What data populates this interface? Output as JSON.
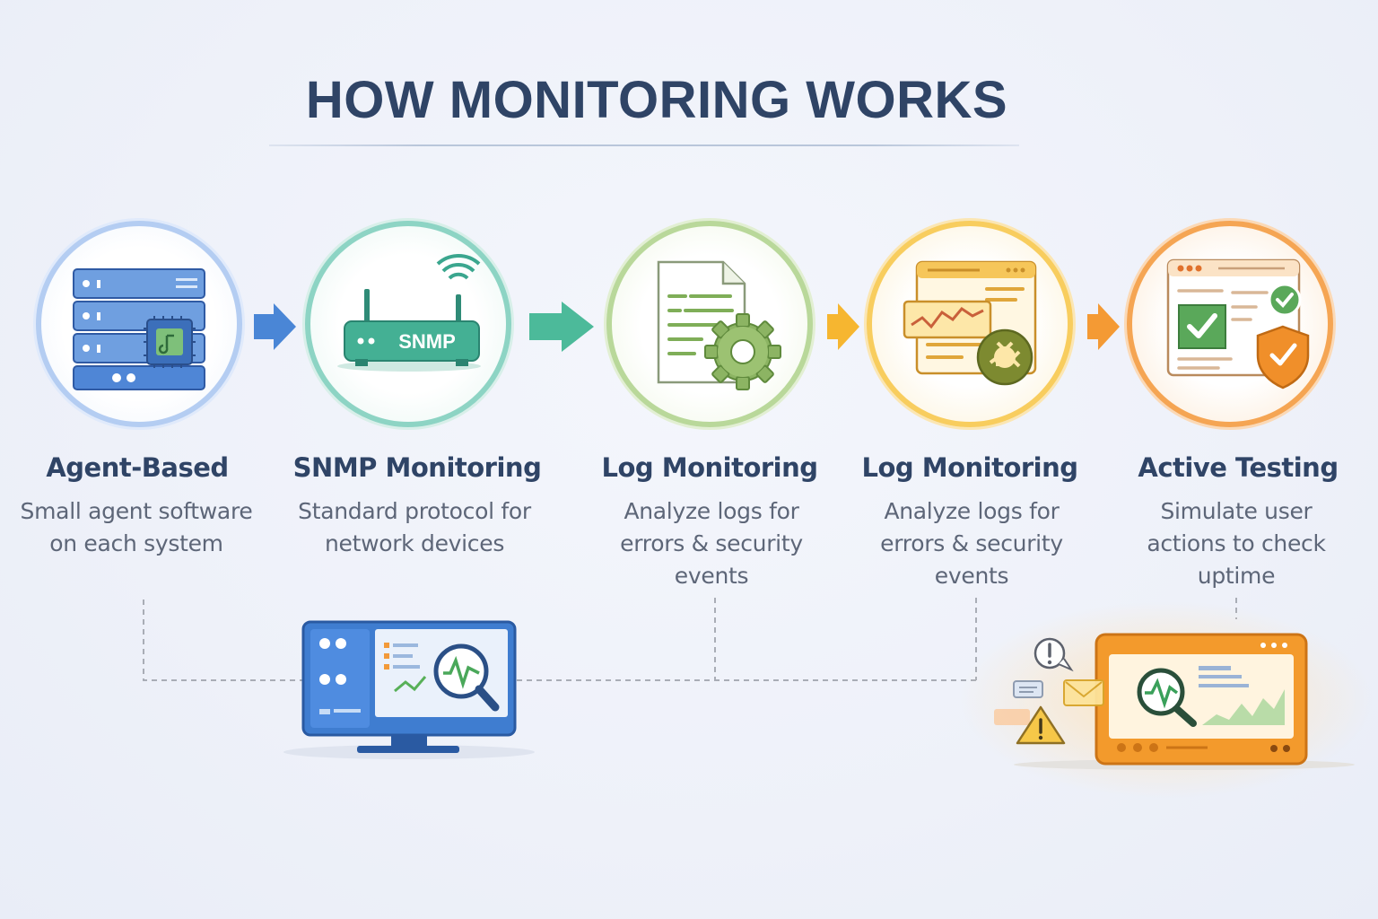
{
  "title": "HOW MONITORING WORKS",
  "steps": [
    {
      "title": "Agent-Based",
      "description": "Small agent software on each system",
      "color": "#8fb3ea",
      "icon": "server-chip-icon"
    },
    {
      "title": "SNMP Monitoring",
      "description": "Standard protocol for network devices",
      "color": "#6cc4b4",
      "icon": "router-icon",
      "icon_label": "SNMP"
    },
    {
      "title": "Log Monitoring",
      "description": "Analyze logs for errors & security events",
      "color": "#a9cf85",
      "icon": "log-gear-icon"
    },
    {
      "title": "Log Monitoring",
      "description": "Analyze logs for errors & security events",
      "color": "#f6be45",
      "icon": "dashboard-chart-icon"
    },
    {
      "title": "Active Testing",
      "description": "Simulate user actions to check uptime",
      "color": "#f59a3c",
      "icon": "check-shield-icon"
    }
  ],
  "arrow_colors": [
    "#4a86d6",
    "#4cba9a",
    "#f6b630",
    "#f49a34"
  ],
  "central_monitor": {
    "icon": "monitor-magnifier-icon",
    "color": "#3f7dd0"
  },
  "alert_dashboard": {
    "icon": "alert-dashboard-icon",
    "color": "#f39a2c"
  }
}
